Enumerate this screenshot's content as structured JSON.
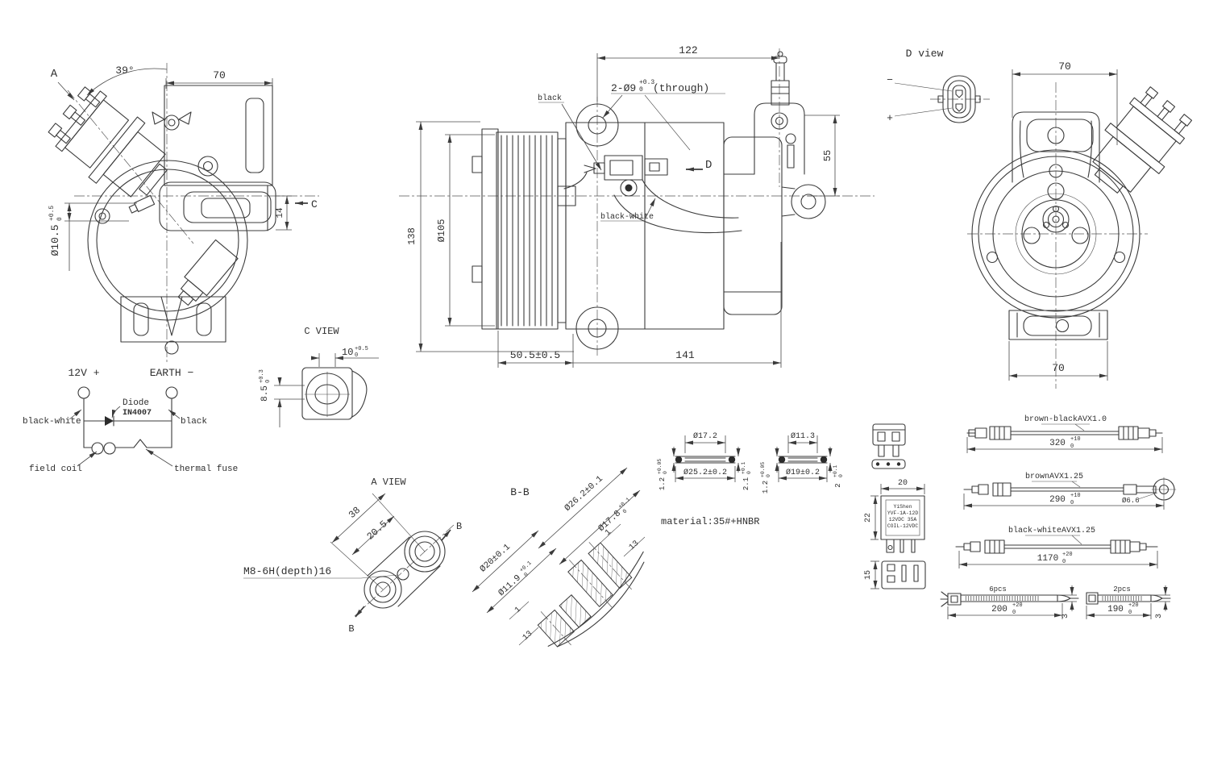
{
  "drawing": {
    "background": "#ffffff",
    "line_color": "#3b3b3b",
    "text_color": "#2f2f2f",
    "side_view": {
      "label_a": "A",
      "angle": "39°",
      "dim_width": "70",
      "dim_offset": "14",
      "bore": "Ø10.5",
      "bore_tol_up": "+0.5",
      "bore_tol_dn": "0",
      "label_c": "C"
    },
    "front_view": {
      "dim_length": "122",
      "holes": "2-Ø9",
      "holes_tol_up": "+0.3",
      "holes_tol_dn": "0",
      "holes_note": "(through)",
      "wire1": "black",
      "wire2": "black-white",
      "label_d": "D",
      "dim_valve": "55",
      "dim_height": "138",
      "dim_pulley": "Ø105",
      "dim_clutch": "50.5±0.5",
      "dim_body": "141"
    },
    "d_view": {
      "title": "D view",
      "pin_minus": "−",
      "pin_plus": "+"
    },
    "rear_view": {
      "dim_top": "70",
      "dim_bottom": "70"
    },
    "circuit": {
      "supply": "12V +",
      "earth": "EARTH −",
      "wire_left": "black-white",
      "diode_label": "Diode",
      "diode_part": "IN4007",
      "wire_right": "black",
      "coil_label": "field coil",
      "fuse_label": "thermal fuse"
    },
    "c_view": {
      "title": "C VIEW",
      "dim_w": "10",
      "dim_w_up": "+0.5",
      "dim_w_dn": "0",
      "dim_h": "8.5",
      "dim_h_up": "+0.3",
      "dim_h_dn": "0"
    },
    "a_view": {
      "title": "A VIEW",
      "dim_span": "38",
      "dim_pitch": "20.5",
      "thread_note": "M8-6H(depth)16",
      "label_b_top": "B",
      "label_b_bottom": "B"
    },
    "section_bb": {
      "title": "B-B",
      "dim_od": "Ø26.2±0.1",
      "dim_bore": "Ø17.8",
      "dim_bore_up": "+0.1",
      "dim_bore_dn": "0",
      "dim_od2": "Ø20±0.1",
      "dim_bore2": "Ø11.9",
      "dim_bore2_up": "+0.1",
      "dim_bore2_dn": "0",
      "depth1a": "1",
      "depth13a": "13",
      "depth1b": "1",
      "depth13b": "13"
    },
    "gaskets": {
      "g1_id": "Ø17.2",
      "g1_od": "Ø25.2±0.2",
      "g1_thk": "1.2",
      "g1_thk_up": "+0.05",
      "g1_thk_dn": "0",
      "g1_bead": "2.1",
      "g1_bead_up": "+0.1",
      "g1_bead_dn": "0",
      "g2_id": "Ø11.3",
      "g2_od": "Ø19±0.2",
      "g2_thk": "1.2",
      "g2_thk_up": "+0.05",
      "g2_thk_dn": "0",
      "g2_bead": "2",
      "g2_bead_up": "+0.1",
      "g2_bead_dn": "0",
      "material": "material:35#+HNBR"
    },
    "relay": {
      "dim_w": "20",
      "dim_h": "22",
      "dim_base": "15",
      "line1": "YiShen",
      "line2": "YVF-1A-12D",
      "line3": "12VDC 35A",
      "line4": "COIL-12VDC"
    },
    "harness": {
      "wire1_label": "brown-blackAVX1.0",
      "wire1_len": "320",
      "wire1_up": "+10",
      "wire1_dn": "0",
      "wire2_label": "brownAVX1.25",
      "wire2_len": "290",
      "wire2_up": "+10",
      "wire2_dn": "0",
      "wire2_ring": "Ø6.6",
      "wire3_label": "black-whiteAVX1.25",
      "wire3_len": "1170",
      "wire3_up": "+20",
      "wire3_dn": "0",
      "tie1_qty": "6pcs",
      "tie1_len": "200",
      "tie1_up": "+20",
      "tie1_dn": "0",
      "tie1_h": "3",
      "tie2_qty": "2pcs",
      "tie2_len": "190",
      "tie2_up": "+20",
      "tie2_dn": "0",
      "tie2_h": "3"
    }
  }
}
